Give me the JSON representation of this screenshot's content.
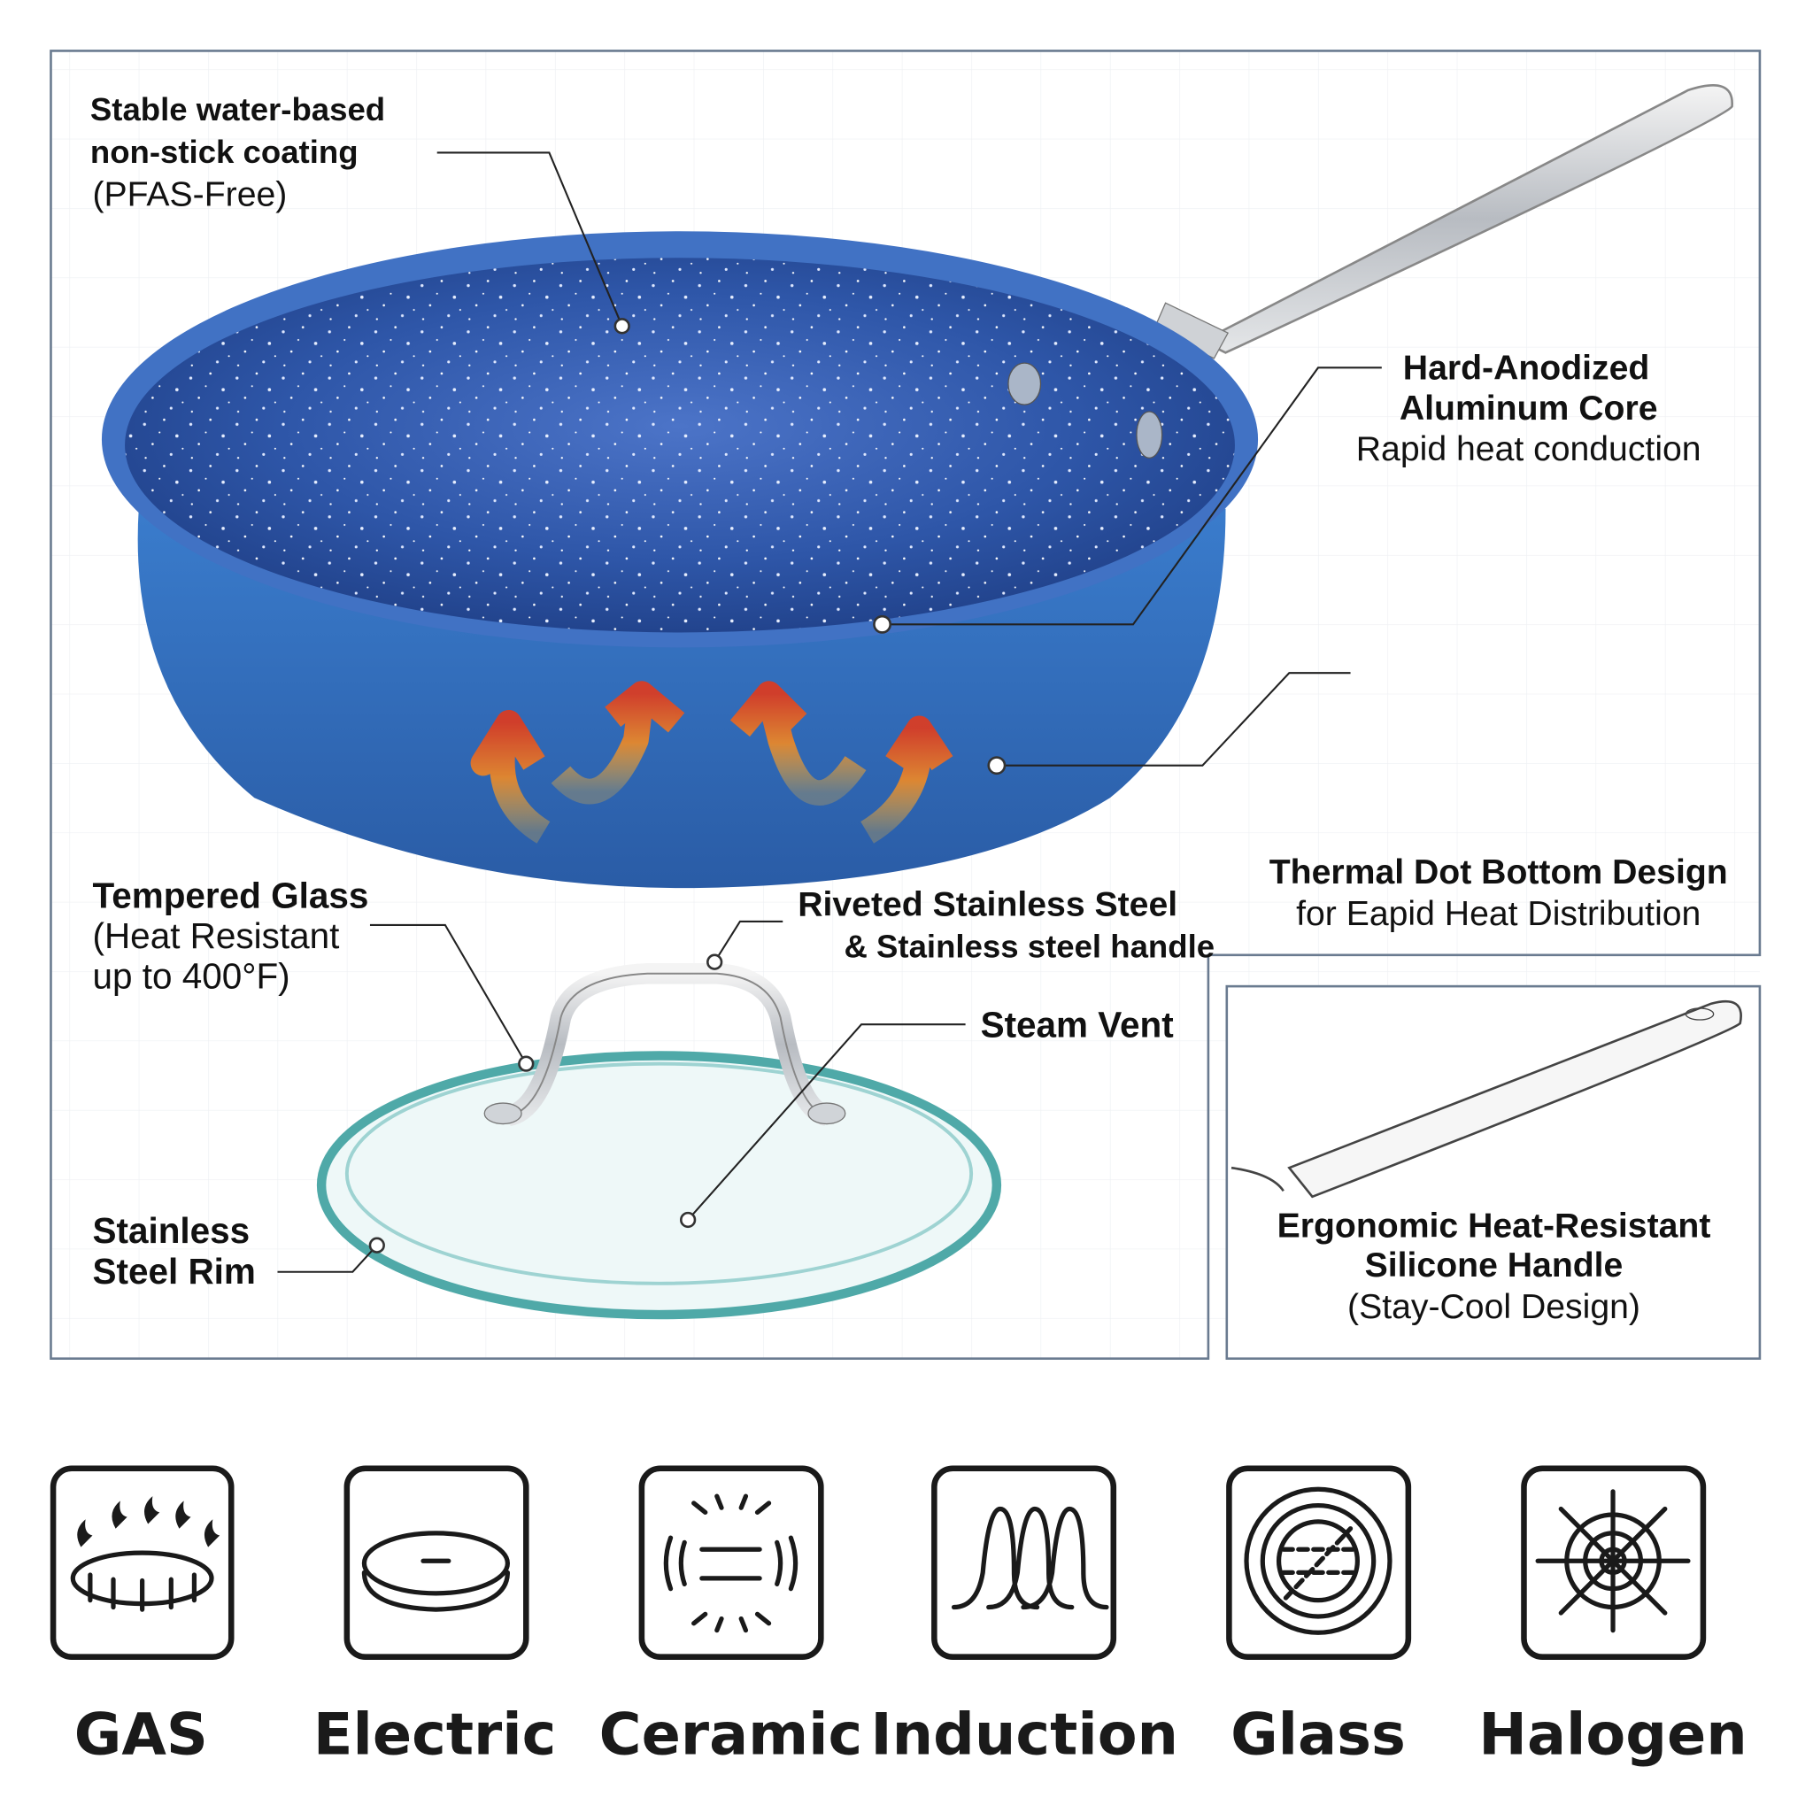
{
  "features": {
    "coating": {
      "line1": "Stable water-based",
      "line2": "non-stick coating",
      "line3": "(PFAS-Free)"
    },
    "core": {
      "line1": "Hard-Anodized",
      "line2": "Aluminum Core",
      "line3": "Rapid heat conduction"
    },
    "bottom": {
      "line1": "Thermal Dot Bottom Design",
      "line2": "for Eapid Heat Distribution"
    },
    "rivets": {
      "line1": "Riveted Stainless Steel",
      "line2": "& Stainless steel handle"
    },
    "glass": {
      "line1": "Tempered Glass",
      "line2": "(Heat Resistant",
      "line3": "up to 400°F)"
    },
    "vent": {
      "line1": "Steam Vent"
    },
    "rim": {
      "line1": "Stainless",
      "line2": "Steel Rim"
    },
    "handle": {
      "line1": "Ergonomic Heat-Resistant",
      "line2": "Silicone Handle",
      "line3": "(Stay-Cool Design)"
    }
  },
  "stovetops": [
    {
      "label": "GAS",
      "icon": "gas-burner-icon"
    },
    {
      "label": "Electric",
      "icon": "electric-hob-icon"
    },
    {
      "label": "Ceramic",
      "icon": "ceramic-icon"
    },
    {
      "label": "Induction",
      "icon": "induction-coil-icon"
    },
    {
      "label": "Glass",
      "icon": "glass-top-icon"
    },
    {
      "label": "Halogen",
      "icon": "halogen-icon"
    }
  ],
  "colors": {
    "pan": "#2f5fae",
    "pan_outer": "#3d7fd0",
    "frame": "#5a6e85"
  }
}
